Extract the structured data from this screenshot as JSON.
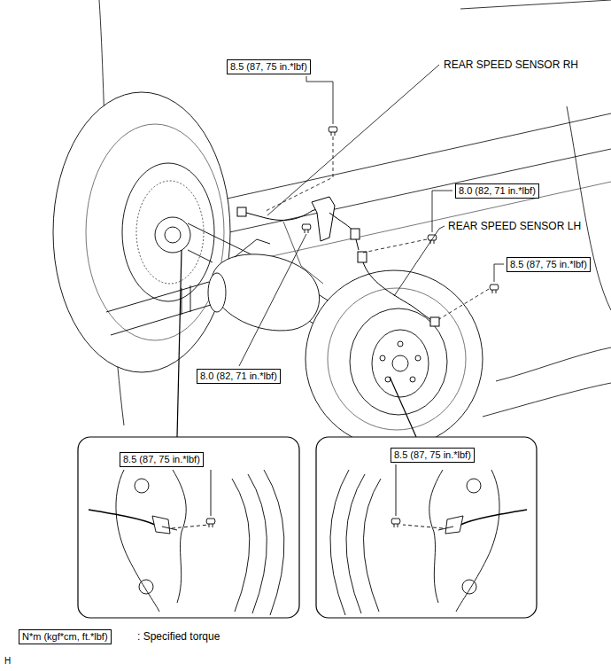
{
  "diagram": {
    "nodes": [
      {
        "text": [
          "8.5 (87, 75 in.*lbf)"
        ]
      },
      {
        "text": [
          "8.0 (82, 71 in.*lbf)"
        ]
      },
      {
        "text": [
          "8.5 (87, 75 in.*lbf)"
        ]
      },
      {
        "text": [
          "8.0 (82, 71 in.*lbf)"
        ]
      },
      {
        "text": [
          "8.5 (87, 75 in.*lbf)"
        ]
      },
      {
        "text": [
          "8.5 (87, 75 in.*lbf)"
        ]
      },
      {
        "text": [
          "N*m (kgf*cm, ft.*lbf)"
        ]
      }
    ],
    "labels": [
      "REAR SPEED SENSOR RH",
      "REAR SPEED SENSOR LH",
      ": Specified torque",
      "H"
    ]
  }
}
